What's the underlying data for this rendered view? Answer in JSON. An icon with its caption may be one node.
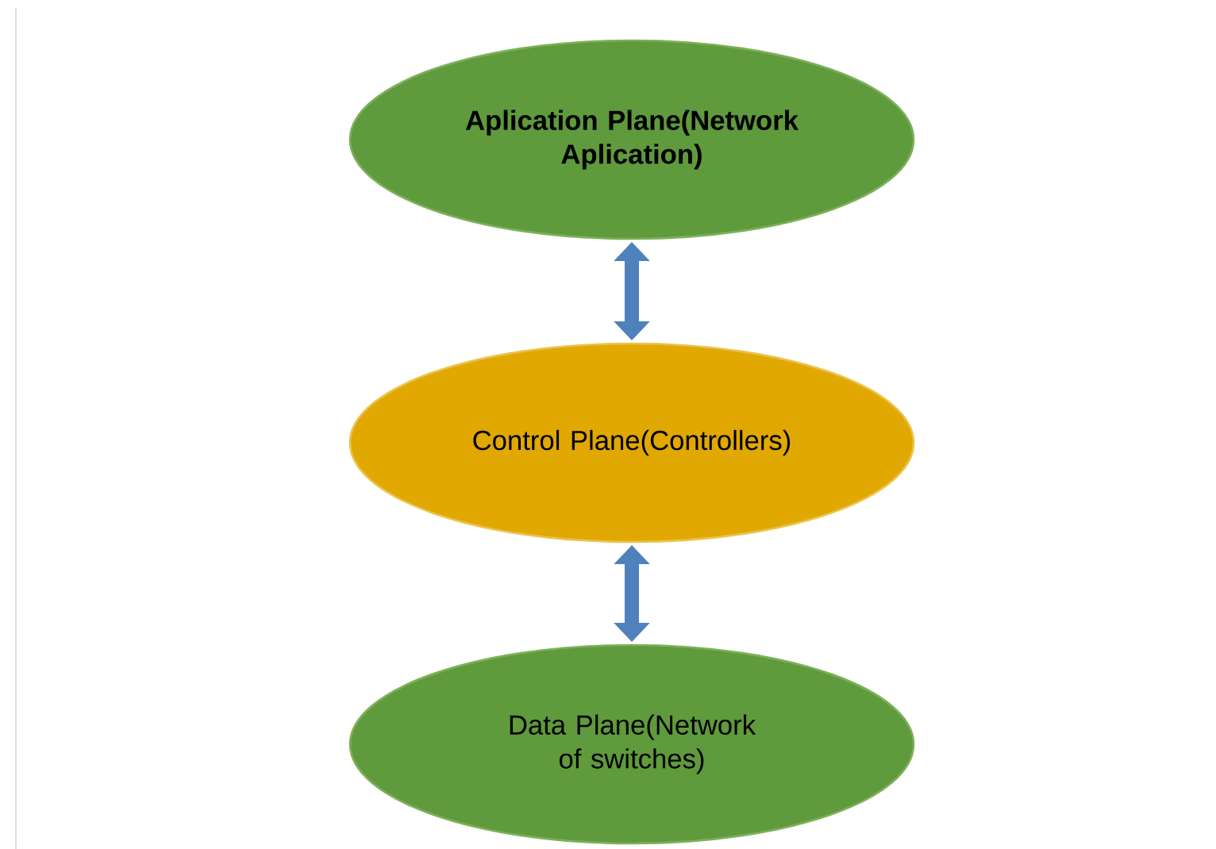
{
  "diagram": {
    "nodes": [
      {
        "text": [
          "Aplication Plane(Network Aplication)"
        ]
      },
      {
        "text": [
          "Control Plane(Controllers)"
        ]
      },
      {
        "text": [
          "Data Plane(Network of switches)"
        ]
      }
    ],
    "edges": [
      {
        "from": 0,
        "to": 1,
        "arrow": "both"
      },
      {
        "from": 1,
        "to": 2,
        "arrow": "both"
      }
    ]
  }
}
